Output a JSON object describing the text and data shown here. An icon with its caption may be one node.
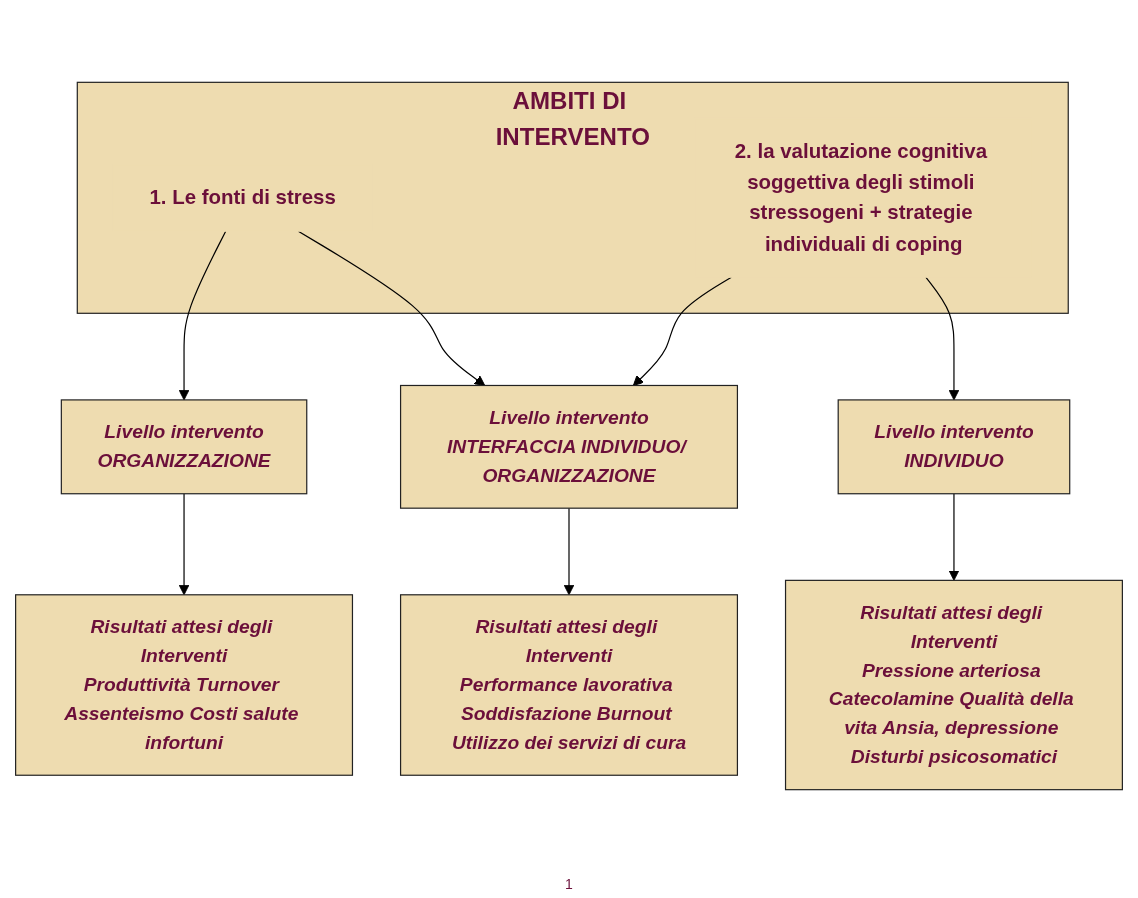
{
  "diagram": {
    "nodes": [
      {
        "text": [
          "AMBITI DI INTERVENTO"
        ]
      },
      {
        "text": [
          "1. Le fonti di stress"
        ],
        "in": 0
      },
      {
        "text": [
          "2. la valutazione cognitiva soggettiva degli stimoli stressogeni + strategie individuali di coping"
        ],
        "in": 0
      },
      {
        "text": [
          "Livello intervento",
          "ORGANIZZAZIONE"
        ]
      },
      {
        "text": [
          "Livello intervento",
          "INTERFACCIA INDIVIDUO/ ORGANIZZAZIONE"
        ]
      },
      {
        "text": [
          "Livello intervento",
          "INDIVIDUO"
        ]
      },
      {
        "text": [
          "Risultati attesi degli Interventi",
          "Produttività Turnover Assenteismo Costi salute infortuni"
        ]
      },
      {
        "text": [
          "Risultati attesi degli Interventi",
          "Performance lavorativa Soddisfazione Burnout Utilizzo dei servizi di cura"
        ]
      },
      {
        "text": [
          "Risultati attesi degli Interventi",
          "Pressione arteriosa Catecolamine Qualità della vita Ansia, depressione Disturbi psicosomatici"
        ]
      }
    ],
    "edges": [
      {
        "from": 1,
        "to": 3,
        "arrow": "to"
      },
      {
        "from": 1,
        "to": 4,
        "arrow": "to"
      },
      {
        "from": 2,
        "to": 4,
        "arrow": "to"
      },
      {
        "from": 2,
        "to": 5,
        "arrow": "to"
      },
      {
        "from": 3,
        "to": 6,
        "arrow": "to"
      },
      {
        "from": 4,
        "to": 7,
        "arrow": "to"
      },
      {
        "from": 5,
        "to": 8,
        "arrow": "to"
      }
    ],
    "labels": [
      "1"
    ]
  }
}
